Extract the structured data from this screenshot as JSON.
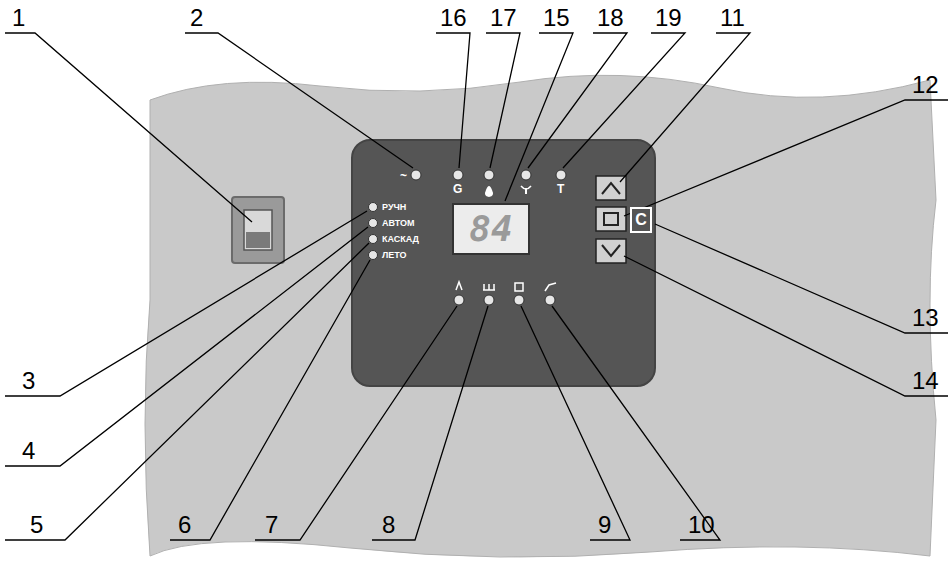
{
  "diagram": {
    "nodes": [
      {
        "text": [
          "84"
        ]
      },
      {
        "text": [
          "C"
        ]
      }
    ],
    "labels": [
      "1",
      "2",
      "16",
      "17",
      "15",
      "18",
      "19",
      "11",
      "12",
      "13",
      "14",
      "~",
      "G",
      "T",
      "РУЧН",
      "АВТОМ",
      "КАСКАД",
      "ЛЕТО",
      "3",
      "4",
      "5",
      "6",
      "7",
      "8",
      "9",
      "10"
    ]
  }
}
